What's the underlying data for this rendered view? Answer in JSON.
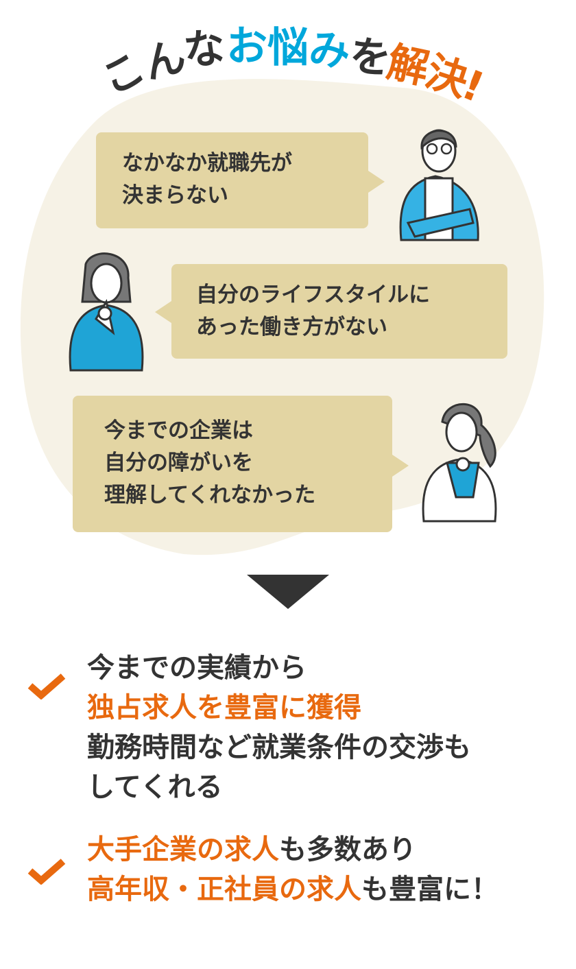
{
  "title": {
    "chars": [
      "こ",
      "ん",
      "な",
      "お",
      "悩",
      "み",
      "を",
      "解",
      "決",
      "!"
    ]
  },
  "bubbles": [
    {
      "lines": [
        "なかなか就職先が",
        "決まらない"
      ]
    },
    {
      "lines": [
        "自分のライフスタイルに",
        "あった働き方がない"
      ]
    },
    {
      "lines": [
        "今までの企業は",
        "自分の障がいを",
        "理解してくれなかった"
      ]
    }
  ],
  "solutions": [
    {
      "l1": "今までの実績から",
      "l2": "独占求人を豊富に獲得",
      "l3": "勤務時間など就業条件の交渉も",
      "l4": "してくれる"
    },
    {
      "l1a": "大手企業の求人",
      "l1b": "も多数あり",
      "l2a": "高年収・正社員の求人",
      "l2b": "も豊富に！"
    }
  ],
  "colors": {
    "accent_blue": "#00a7db",
    "accent_orange": "#e8690f",
    "bubble": "#e3d5a3",
    "blob": "#f6f2e6"
  }
}
